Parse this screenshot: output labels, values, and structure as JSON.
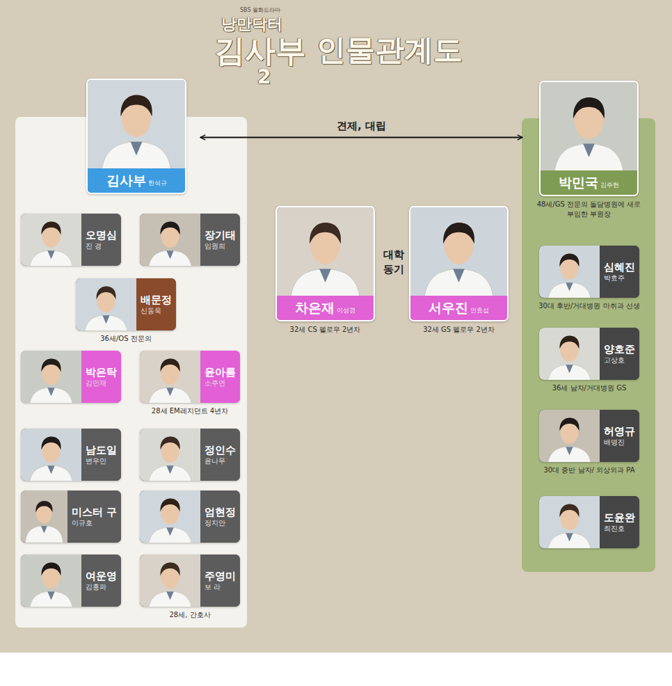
{
  "diagram": {
    "title": "인물관계도",
    "nodes": [
      {
        "text": [
          "김사부",
          "한석규"
        ]
      },
      {
        "text": [
          "박민국",
          "김주헌",
          "48세/GS 전문의 돌담병원에 새로 부임한 부원장"
        ]
      },
      {
        "text": [
          "차은재",
          "이성경",
          "32세 CS 펠로우 2년차"
        ]
      },
      {
        "text": [
          "서우진",
          "안효섭",
          "32세 GS 펠로우 2년차"
        ]
      },
      {
        "text": [
          "오명심",
          "진 경"
        ]
      },
      {
        "text": [
          "장기태",
          "임원희"
        ]
      },
      {
        "text": [
          "배문정",
          "신동욱",
          "36세/OS 전문의"
        ]
      },
      {
        "text": [
          "박은탁",
          "김민재"
        ]
      },
      {
        "text": [
          "윤아름",
          "소주연",
          "28세 EM레지던트 4년차"
        ]
      },
      {
        "text": [
          "남도일",
          "변우민"
        ]
      },
      {
        "text": [
          "정인수",
          "윤나무"
        ]
      },
      {
        "text": [
          "미스터 구",
          "이규호"
        ]
      },
      {
        "text": [
          "엄현정",
          "정지안"
        ]
      },
      {
        "text": [
          "여운영",
          "김홍파"
        ]
      },
      {
        "text": [
          "주영미",
          "보 라",
          "28세, 간호사"
        ]
      },
      {
        "text": [
          "심혜진",
          "박효주",
          "30대 후반/거대병원 마취과 선생"
        ]
      },
      {
        "text": [
          "양호준",
          "고상호",
          "36세 남자/거대병원 GS"
        ]
      },
      {
        "text": [
          "허영규",
          "배명진",
          "30대 중반 남자/ 외상외과 PA"
        ]
      },
      {
        "text": [
          "도윤완",
          "최진호"
        ]
      }
    ],
    "edges": [
      {
        "from": 0,
        "to": 1,
        "label": "견제, 대립",
        "arrow": "both"
      }
    ],
    "labels": [
      "SBS 월화드라마",
      "낭만닥터",
      "김사부",
      "2",
      "대학 동기"
    ]
  }
}
